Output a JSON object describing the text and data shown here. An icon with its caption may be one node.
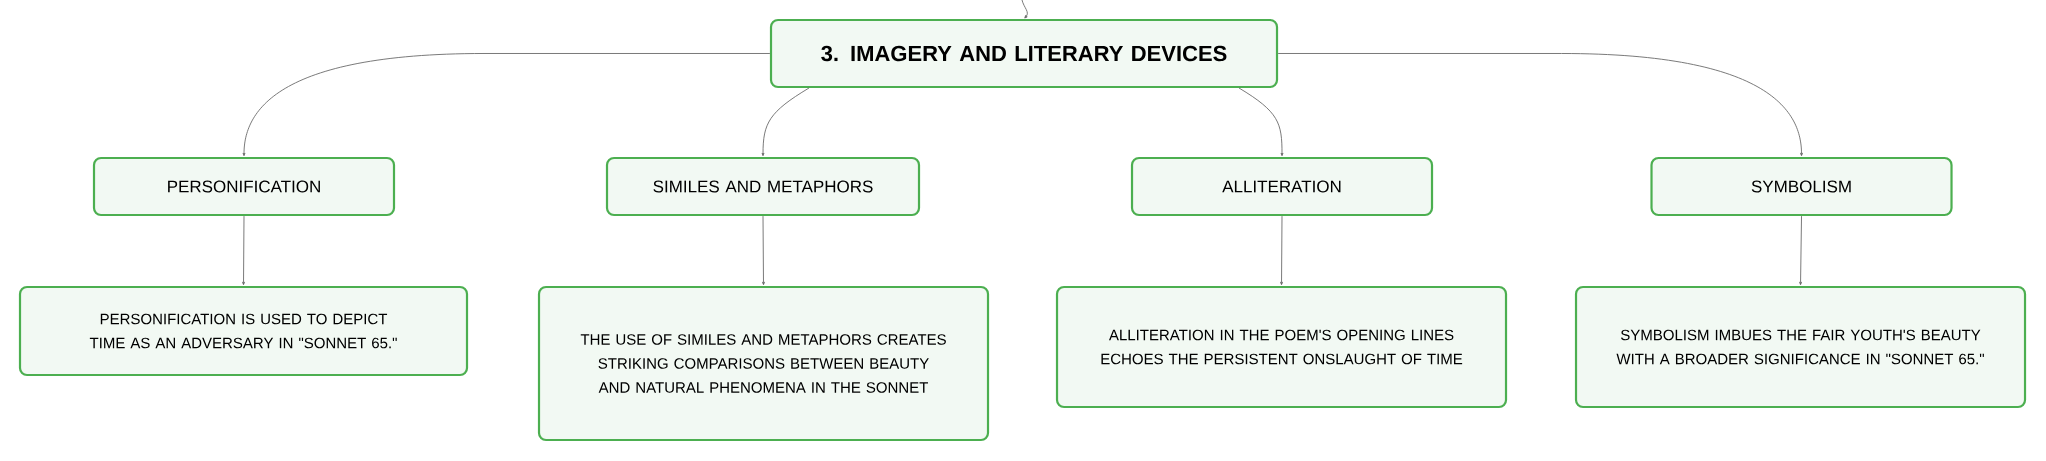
{
  "diagram": {
    "nodes": [
      {
        "text": [
          "3. IMAGERY AND LITERARY DEVICES"
        ]
      },
      {
        "text": [
          "PERSONIFICATION"
        ]
      },
      {
        "text": [
          "SIMILES AND METAPHORS"
        ]
      },
      {
        "text": [
          "ALLITERATION"
        ]
      },
      {
        "text": [
          "SYMBOLISM"
        ]
      },
      {
        "text": [
          "PERSONIFICATION IS USED TO DEPICT TIME AS AN ADVERSARY IN \"SONNET 65.\""
        ]
      },
      {
        "text": [
          "THE USE OF SIMILES AND METAPHORS CREATES STRIKING COMPARISONS BETWEEN BEAUTY AND NATURAL PHENOMENA IN THE SONNET"
        ]
      },
      {
        "text": [
          "ALLITERATION IN THE POEM'S OPENING LINES ECHOES THE PERSISTENT ONSLAUGHT OF TIME"
        ]
      },
      {
        "text": [
          "SYMBOLISM IMBUES THE FAIR YOUTH'S BEAUTY WITH A BROADER SIGNIFICANCE IN \"SONNET 65.\""
        ]
      }
    ],
    "edges": [
      {
        "from": null,
        "to": 0,
        "arrow": "to"
      },
      {
        "from": 0,
        "to": 1,
        "arrow": "to"
      },
      {
        "from": 0,
        "to": 2,
        "arrow": "to"
      },
      {
        "from": 0,
        "to": 3,
        "arrow": "to"
      },
      {
        "from": 0,
        "to": 4,
        "arrow": "to"
      },
      {
        "from": 1,
        "to": 5,
        "arrow": "to"
      },
      {
        "from": 2,
        "to": 6,
        "arrow": "to"
      },
      {
        "from": 3,
        "to": 7,
        "arrow": "to"
      },
      {
        "from": 4,
        "to": 8,
        "arrow": "to"
      }
    ]
  }
}
